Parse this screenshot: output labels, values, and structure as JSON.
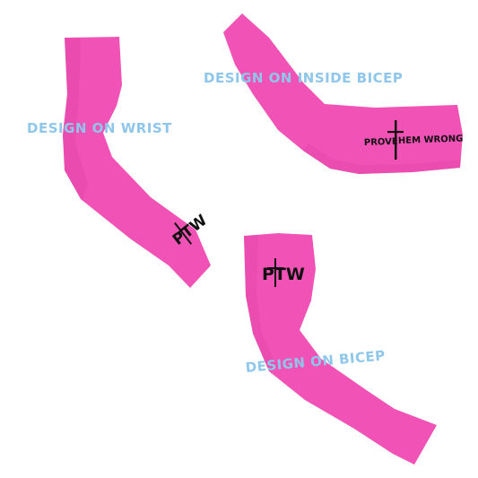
{
  "colors": {
    "sleeve": "#f152b5",
    "sleeve_shade": "#dc3fa2",
    "sleeve_edge": "#e948ad",
    "logo_ink": "#111111",
    "caption": "#8fc6ec",
    "background": "#ffffff"
  },
  "captions": {
    "inside_bicep": "DESIGN ON INSIDE BICEP",
    "wrist": "DESIGN ON WRIST",
    "bicep": "DESIGN ON BICEP"
  },
  "logos": {
    "monogram": "PTW",
    "slogan_left": "PROVE",
    "slogan_right": "HEM WRONG"
  },
  "icons": {
    "cross": "cross-icon"
  }
}
